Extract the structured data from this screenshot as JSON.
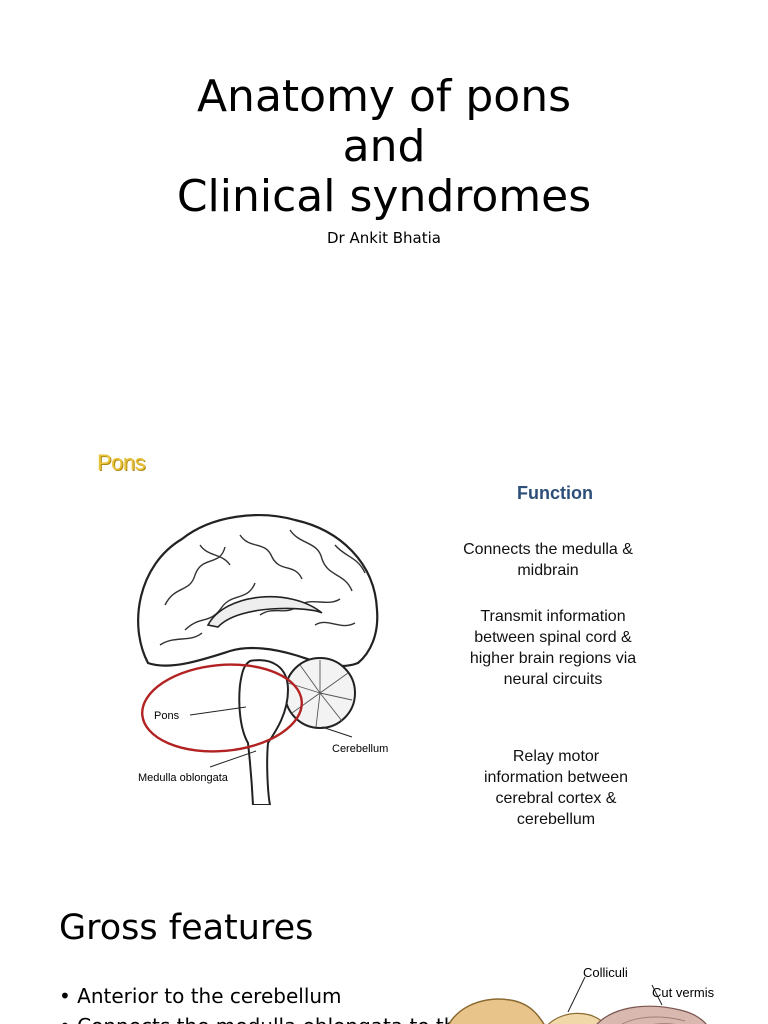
{
  "slide1": {
    "title_lines": [
      "Anatomy of pons",
      "and",
      "Clinical syndromes"
    ],
    "author": "Dr Ankit Bhatia"
  },
  "slide2": {
    "heading": "Pons",
    "figure_labels": {
      "pons": "Pons",
      "cerebellum": "Cerebellum",
      "medulla": "Medulla oblongata"
    },
    "function_title": "Function",
    "functions": [
      "Connects the medulla & midbrain",
      "Transmit information between spinal cord & higher brain regions via neural circuits",
      "Relay motor information between cerebral cortex & cerebellum"
    ],
    "colors": {
      "heading": "#e8c23a",
      "function_title": "#2c4f7a",
      "circle": "#b22222"
    }
  },
  "slide3": {
    "title": "Gross features",
    "bullets": [
      "Anterior to the cerebellum",
      "Connects the medulla oblongata to the"
    ],
    "figure_labels": {
      "colliculi": "Colliculi",
      "cut_vermis": "Cut vermis"
    }
  }
}
